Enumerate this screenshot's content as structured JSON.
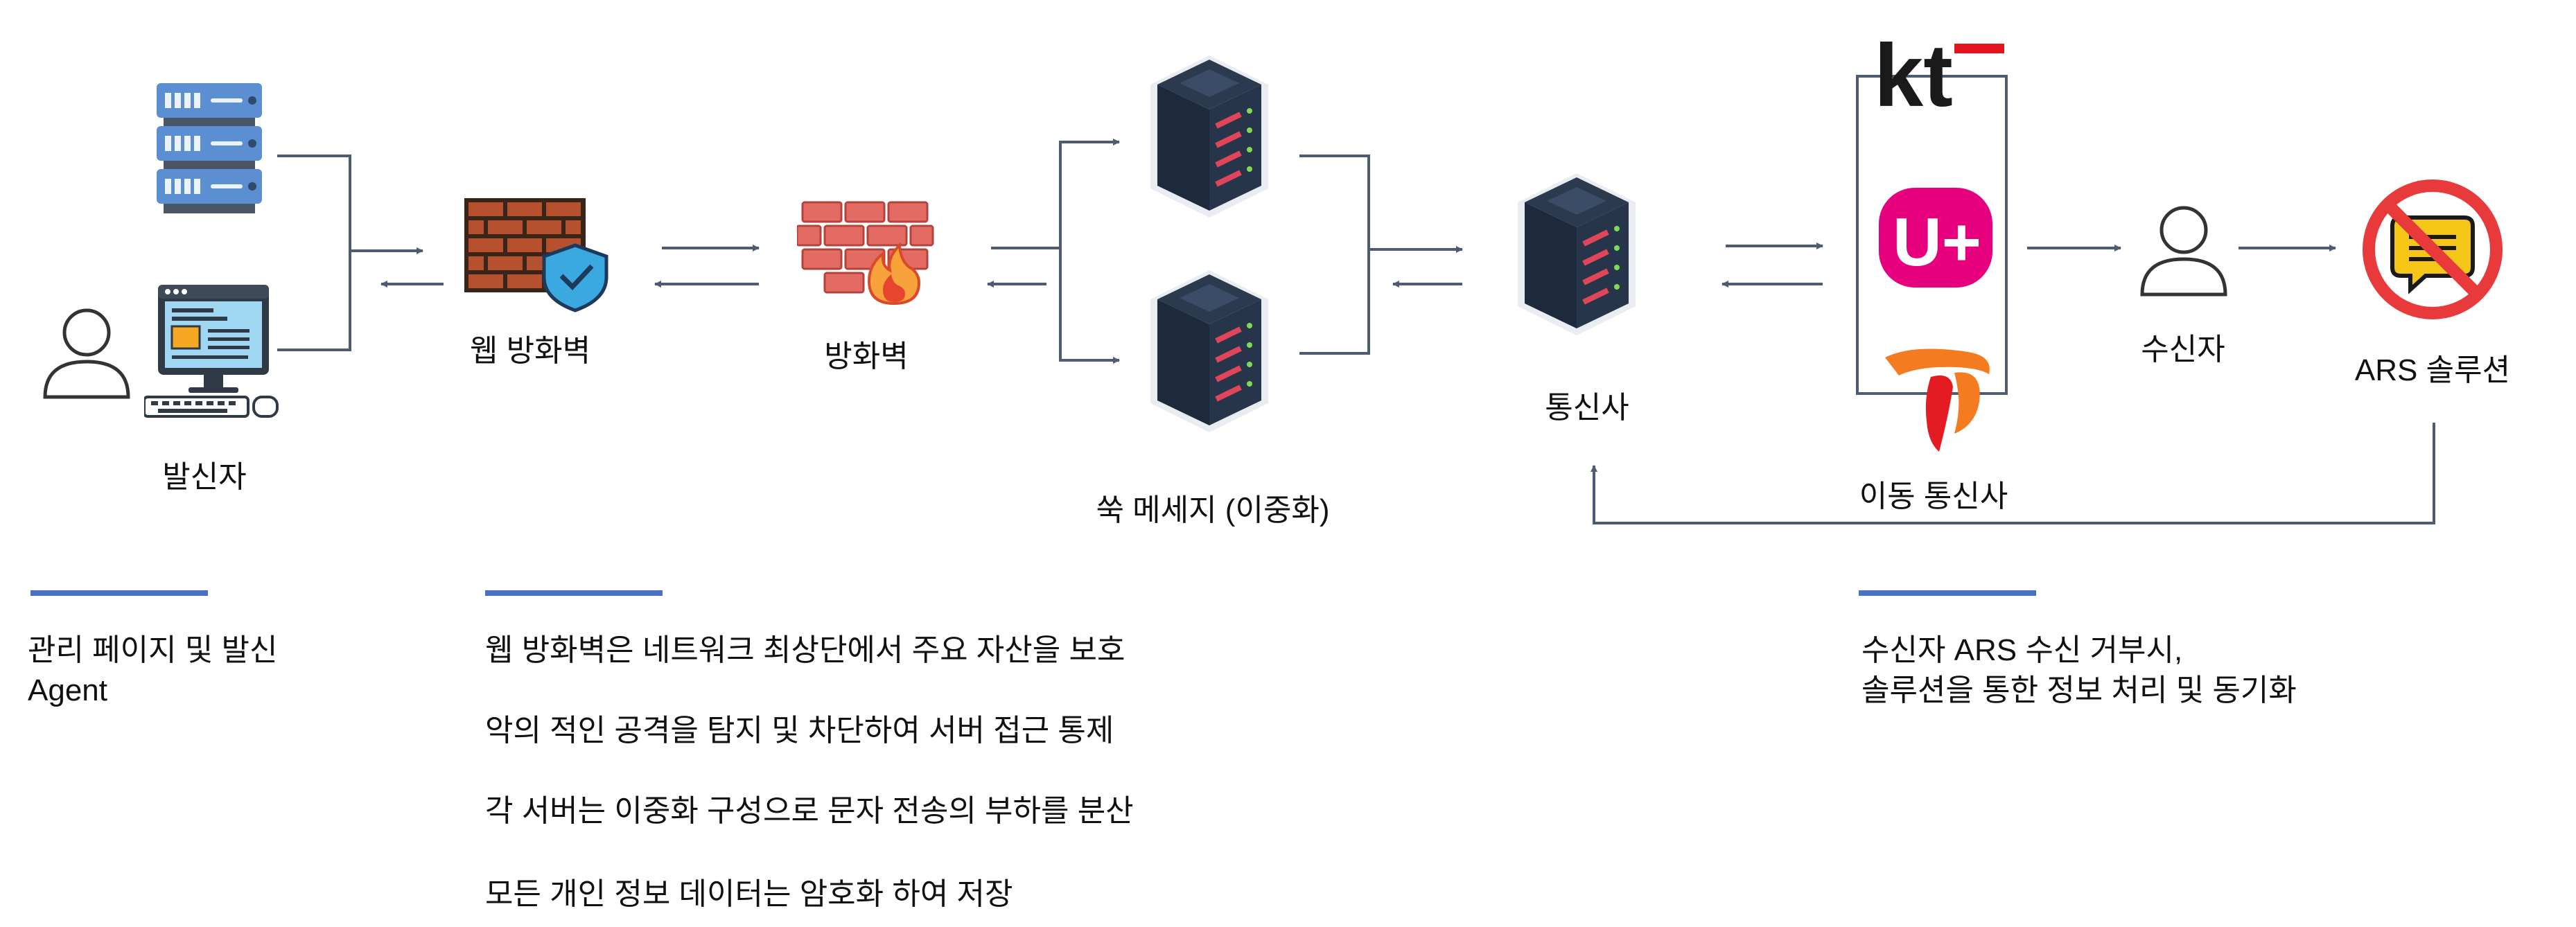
{
  "nodes": {
    "sender": "발신자",
    "web_firewall": "웹 방화벽",
    "firewall": "방화벽",
    "push_servers": "쑥 메세지 (이중화)",
    "telecom": "통신사",
    "mobile_carriers": "이동 통신사",
    "receiver": "수신자",
    "ars": "ARS 솔루션",
    "carrier_kt": "kt",
    "carrier_lg": "U+"
  },
  "descriptions": {
    "left": [
      "관리 페이지 및 발신",
      "Agent"
    ],
    "middle": [
      "웹 방화벽은 네트워크 최상단에서 주요 자산을 보호",
      "악의 적인 공격을 탐지 및 차단하여 서버 접근 통제",
      "각 서버는 이중화 구성으로 문자 전송의 부하를 분산",
      "모든 개인 정보 데이터는 암호화 하여 저장"
    ],
    "right": [
      "수신자 ARS 수신 거부시,",
      "솔루션을 통한 정보 처리 및 동기화"
    ]
  },
  "colors": {
    "arrow": "#4d5b73",
    "accent_bar": "#4a72c4",
    "brick": "#b5512e",
    "shield": "#3aa9e0",
    "server_dark": "#1d2a3b",
    "server_led": "#e0455a",
    "kt_black": "#1a1a1a",
    "kt_red": "#e4141e",
    "lg_magenta": "#e6007e",
    "skt_orange": "#f47b20",
    "skt_red": "#e51b24",
    "ars_red": "#e83a3a",
    "ars_yellow": "#f5c518"
  }
}
